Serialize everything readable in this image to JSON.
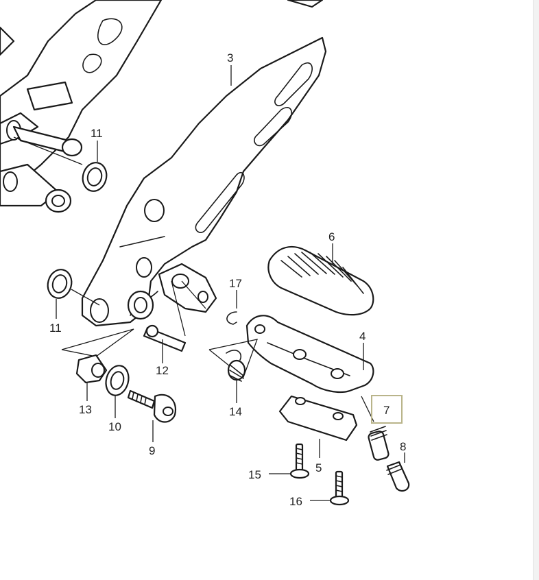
{
  "diagram": {
    "labels": {
      "p3": "3",
      "p11a": "11",
      "p11b": "11",
      "p6": "6",
      "p17": "17",
      "p4": "4",
      "p12": "12",
      "p13": "13",
      "p10": "10",
      "p9": "9",
      "p14": "14",
      "p7": "7",
      "p8": "8",
      "p5": "5",
      "p15": "15",
      "p16": "16"
    },
    "highlighted_part": "7",
    "highlight_color": "#b9b48a"
  }
}
